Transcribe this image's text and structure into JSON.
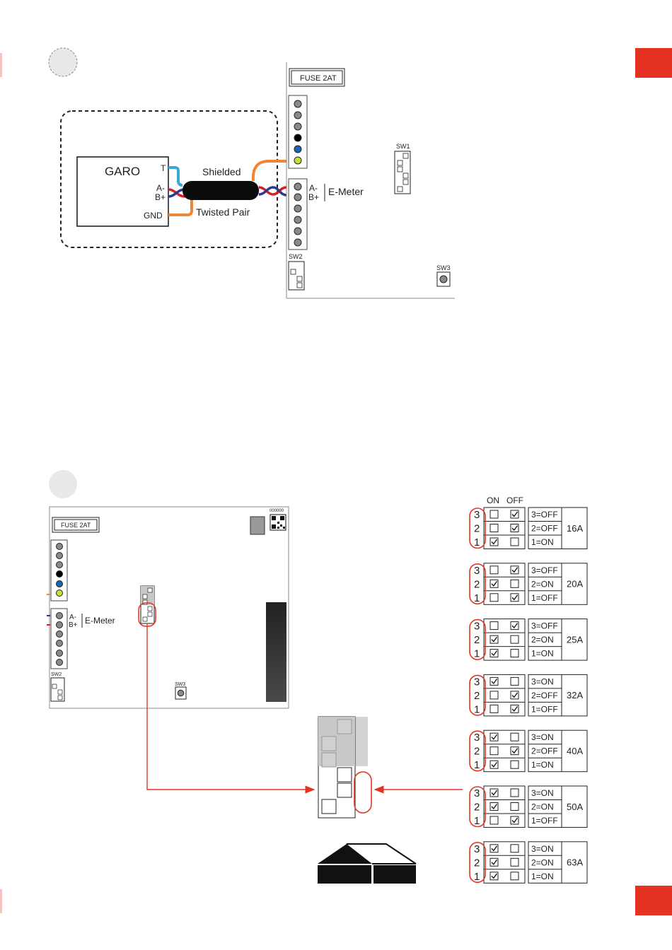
{
  "colors": {
    "accent": "#e53222",
    "cable_blue": "#36a9d6",
    "wire_orange": "#f08534",
    "wire_red": "#e11b22",
    "wire_blue": "#2b3990",
    "terminal_grey": "#8a8a8a",
    "terminal_blue": "#1a66b3",
    "terminal_yellow": "#c7e03a"
  },
  "wiring": {
    "meter_label": "GARO",
    "terminal_t": "T",
    "terminal_a": "A-",
    "terminal_b": "B+",
    "terminal_gnd": "GND",
    "cable_shielded": "Shielded",
    "cable_twisted": "Twisted Pair"
  },
  "board": {
    "fuse": "FUSE 2AT",
    "emeter_a": "A-",
    "emeter_b": "B+",
    "emeter": "E-Meter",
    "sw1": "SW1",
    "sw2": "SW2",
    "sw3": "SW3",
    "serial": "000000"
  },
  "dip_table": {
    "header_on": "ON",
    "header_off": "OFF",
    "groups": [
      {
        "amps": "16A",
        "rows": [
          {
            "num": "3",
            "on": false,
            "off": true,
            "label": "3=OFF"
          },
          {
            "num": "2",
            "on": false,
            "off": true,
            "label": "2=OFF"
          },
          {
            "num": "1",
            "on": true,
            "off": false,
            "label": "1=ON"
          }
        ]
      },
      {
        "amps": "20A",
        "rows": [
          {
            "num": "3",
            "on": false,
            "off": true,
            "label": "3=OFF"
          },
          {
            "num": "2",
            "on": true,
            "off": false,
            "label": "2=ON"
          },
          {
            "num": "1",
            "on": false,
            "off": true,
            "label": "1=OFF"
          }
        ]
      },
      {
        "amps": "25A",
        "rows": [
          {
            "num": "3",
            "on": false,
            "off": true,
            "label": "3=OFF"
          },
          {
            "num": "2",
            "on": true,
            "off": false,
            "label": "2=ON"
          },
          {
            "num": "1",
            "on": true,
            "off": false,
            "label": "1=ON"
          }
        ]
      },
      {
        "amps": "32A",
        "rows": [
          {
            "num": "3",
            "on": true,
            "off": false,
            "label": "3=ON"
          },
          {
            "num": "2",
            "on": false,
            "off": true,
            "label": "2=OFF"
          },
          {
            "num": "1",
            "on": false,
            "off": true,
            "label": "1=OFF"
          }
        ]
      },
      {
        "amps": "40A",
        "rows": [
          {
            "num": "3",
            "on": true,
            "off": false,
            "label": "3=ON"
          },
          {
            "num": "2",
            "on": false,
            "off": true,
            "label": "2=OFF"
          },
          {
            "num": "1",
            "on": true,
            "off": false,
            "label": "1=ON"
          }
        ]
      },
      {
        "amps": "50A",
        "rows": [
          {
            "num": "3",
            "on": true,
            "off": false,
            "label": "3=ON"
          },
          {
            "num": "2",
            "on": true,
            "off": false,
            "label": "2=ON"
          },
          {
            "num": "1",
            "on": false,
            "off": true,
            "label": "1=OFF"
          }
        ]
      },
      {
        "amps": "63A",
        "rows": [
          {
            "num": "3",
            "on": true,
            "off": false,
            "label": "3=ON"
          },
          {
            "num": "2",
            "on": true,
            "off": false,
            "label": "2=ON"
          },
          {
            "num": "1",
            "on": true,
            "off": false,
            "label": "1=ON"
          }
        ]
      }
    ]
  }
}
